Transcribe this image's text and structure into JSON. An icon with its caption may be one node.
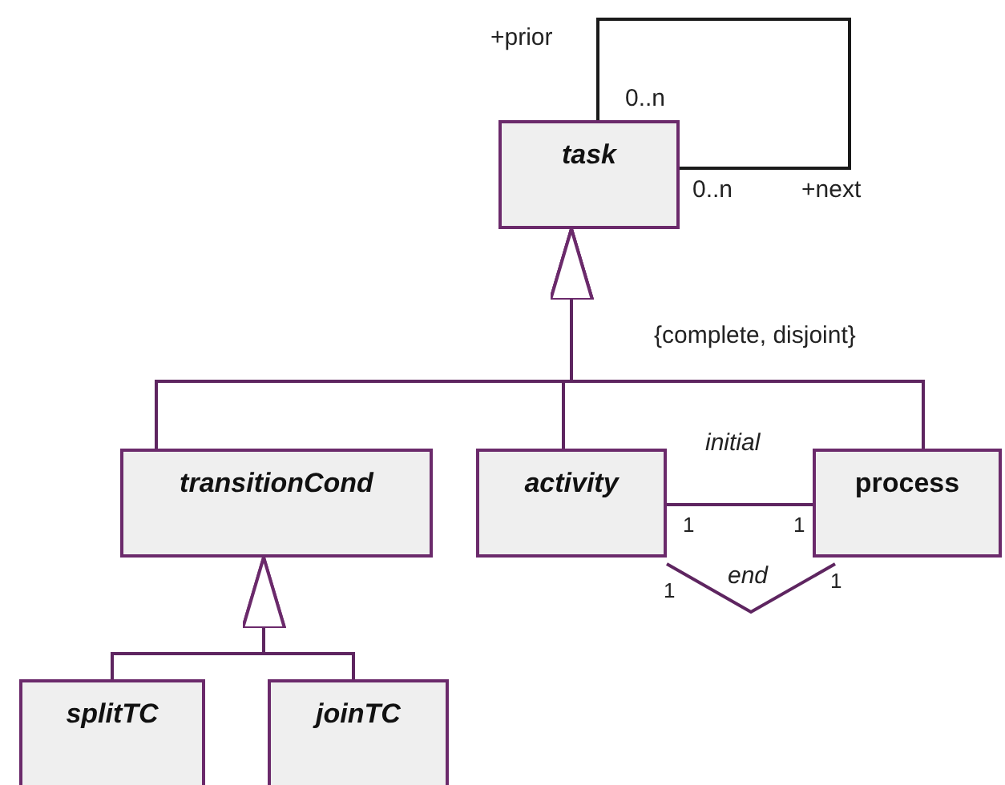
{
  "diagram": {
    "nodes": [
      {
        "text": [
          "task"
        ]
      },
      {
        "text": [
          "transitionCond"
        ]
      },
      {
        "text": [
          "activity"
        ]
      },
      {
        "text": [
          "process"
        ]
      },
      {
        "text": [
          "splitTC"
        ]
      },
      {
        "text": [
          "joinTC"
        ]
      }
    ],
    "edges": [
      {
        "from": 0,
        "to": 0,
        "arrow": "none",
        "color": "#1a1a1a"
      },
      {
        "from": 1,
        "to": 0,
        "arrow": "to"
      },
      {
        "from": 2,
        "to": 0,
        "arrow": "to"
      },
      {
        "from": 3,
        "to": 0,
        "arrow": "to"
      },
      {
        "from": 4,
        "to": 1,
        "arrow": "to"
      },
      {
        "from": 5,
        "to": 1,
        "arrow": "to"
      },
      {
        "from": 2,
        "to": 3,
        "arrow": "none",
        "label": "initial"
      },
      {
        "from": 2,
        "to": 3,
        "arrow": "none",
        "label": "end"
      }
    ],
    "labels": [
      "+prior",
      "0..n",
      "0..n",
      "+next",
      "{complete, disjoint}",
      "1",
      "1",
      "1",
      "1"
    ]
  }
}
